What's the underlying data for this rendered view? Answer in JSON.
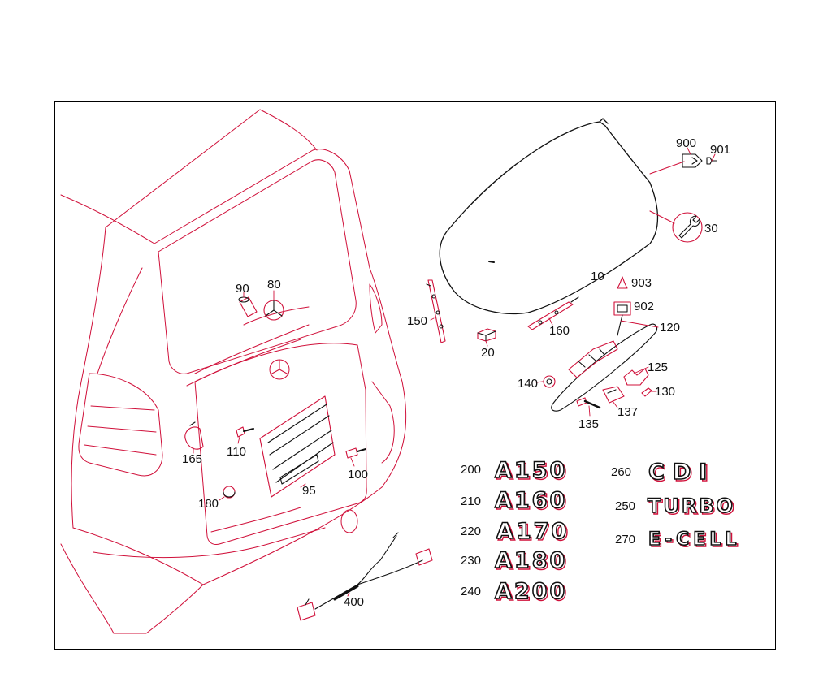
{
  "labels": {
    "p10": "10",
    "p20": "20",
    "p30": "30",
    "p80": "80",
    "p90": "90",
    "p95": "95",
    "p100": "100",
    "p110": "110",
    "p120": "120",
    "p125": "125",
    "p130": "130",
    "p135": "135",
    "p137": "137",
    "p140": "140",
    "p150": "150",
    "p160": "160",
    "p165": "165",
    "p180": "180",
    "p400": "400",
    "p900": "900",
    "p901": "901",
    "p902": "902",
    "p903": "903"
  },
  "emblems": {
    "e200": {
      "num": "200",
      "text": "A150"
    },
    "e210": {
      "num": "210",
      "text": "A160"
    },
    "e220": {
      "num": "220",
      "text": "A170"
    },
    "e230": {
      "num": "230",
      "text": "A180"
    },
    "e240": {
      "num": "240",
      "text": "A200"
    },
    "e260": {
      "num": "260",
      "text": "CDI"
    },
    "e250": {
      "num": "250",
      "text": "TURBO"
    },
    "e270": {
      "num": "270",
      "text": "E-CELL"
    }
  },
  "colors": {
    "line": "#111111",
    "accent": "#d0103a",
    "frame": "#000000"
  }
}
